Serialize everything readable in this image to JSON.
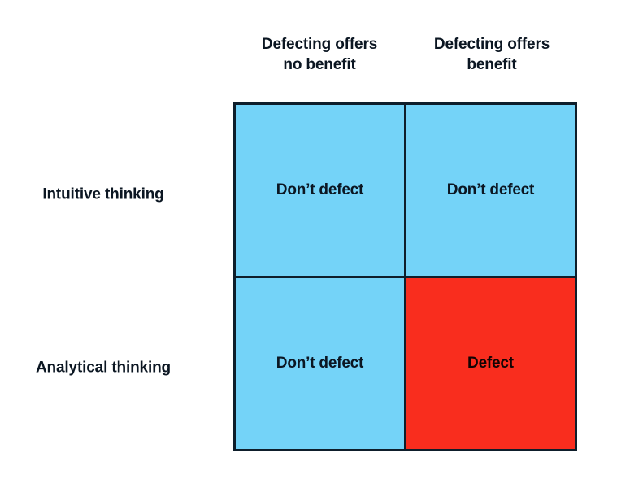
{
  "figure": {
    "type": "2x2-matrix",
    "background_color": "#ffffff",
    "border_color": "#0e1e2b",
    "text_color": "#0b1622"
  },
  "columns": [
    {
      "label": "Defecting offers\nno benefit"
    },
    {
      "label": "Defecting offers\nbenefit"
    }
  ],
  "rows": [
    {
      "label": "Intuitive thinking"
    },
    {
      "label": "Analytical thinking"
    }
  ],
  "cells": [
    {
      "row": "Intuitive thinking",
      "column": "Defecting offers no benefit",
      "label": "Don’t defect",
      "color": "#74d3f8",
      "state": "cooperate"
    },
    {
      "row": "Intuitive thinking",
      "column": "Defecting offers benefit",
      "label": "Don’t defect",
      "color": "#74d3f8",
      "state": "cooperate"
    },
    {
      "row": "Analytical thinking",
      "column": "Defecting offers no benefit",
      "label": "Don’t defect",
      "color": "#74d3f8",
      "state": "cooperate"
    },
    {
      "row": "Analytical thinking",
      "column": "Defecting offers benefit",
      "label": "Defect",
      "color": "#f92d1e",
      "state": "defect"
    }
  ]
}
